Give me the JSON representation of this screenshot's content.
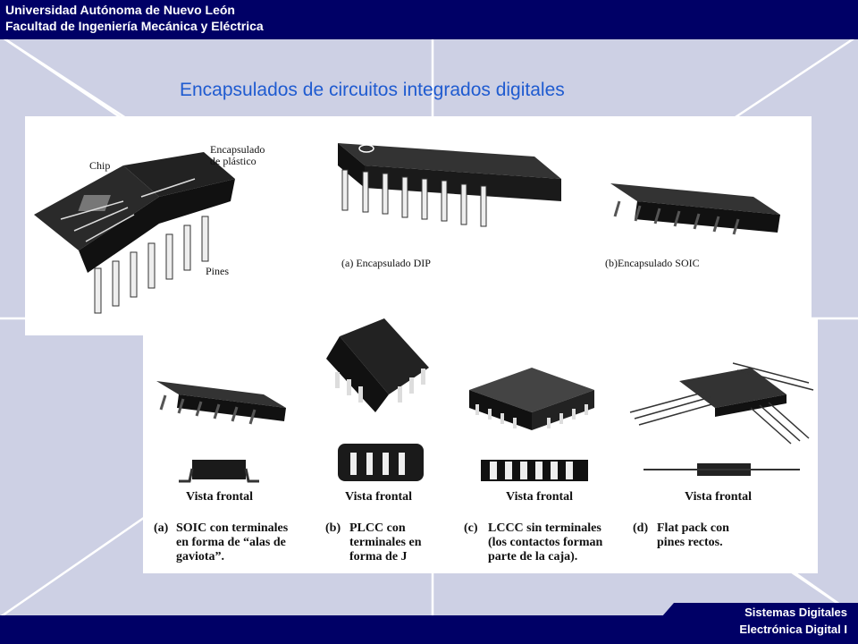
{
  "header": {
    "line1": "Universidad Autónoma de Nuevo León",
    "line2": "Facultad de Ingeniería Mecánica y Eléctrica"
  },
  "slide": {
    "title": "Encapsulados de circuitos integrados digitales"
  },
  "top_figure": {
    "chip_label": "Chip",
    "encapsulado_label_1": "Encapsulado",
    "encapsulado_label_2": "de plástico",
    "pines_label": "Pines",
    "caption_dip": "(a) Encapsulado DIP",
    "caption_soic": "(b)Encapsulado SOIC"
  },
  "bottom_figure": {
    "items": [
      {
        "letter": "(a)",
        "view": "Vista frontal",
        "text": "SOIC con terminales\nen forma de “alas de\ngaviota”."
      },
      {
        "letter": "(b)",
        "view": "Vista frontal",
        "text": "PLCC con\nterminales en\nforma de J"
      },
      {
        "letter": "(c)",
        "view": "Vista frontal",
        "text": "LCCC sin terminales\n(los contactos forman\nparte de la caja)."
      },
      {
        "letter": "(d)",
        "view": "Vista frontal",
        "text": "Flat pack con\npines rectos."
      }
    ]
  },
  "footer": {
    "line1": "Sistemas Digitales",
    "line2": "Electrónica Digital I"
  },
  "colors": {
    "navy": "#000066",
    "background": "#cdd0e4",
    "title": "#1f5bd0"
  }
}
